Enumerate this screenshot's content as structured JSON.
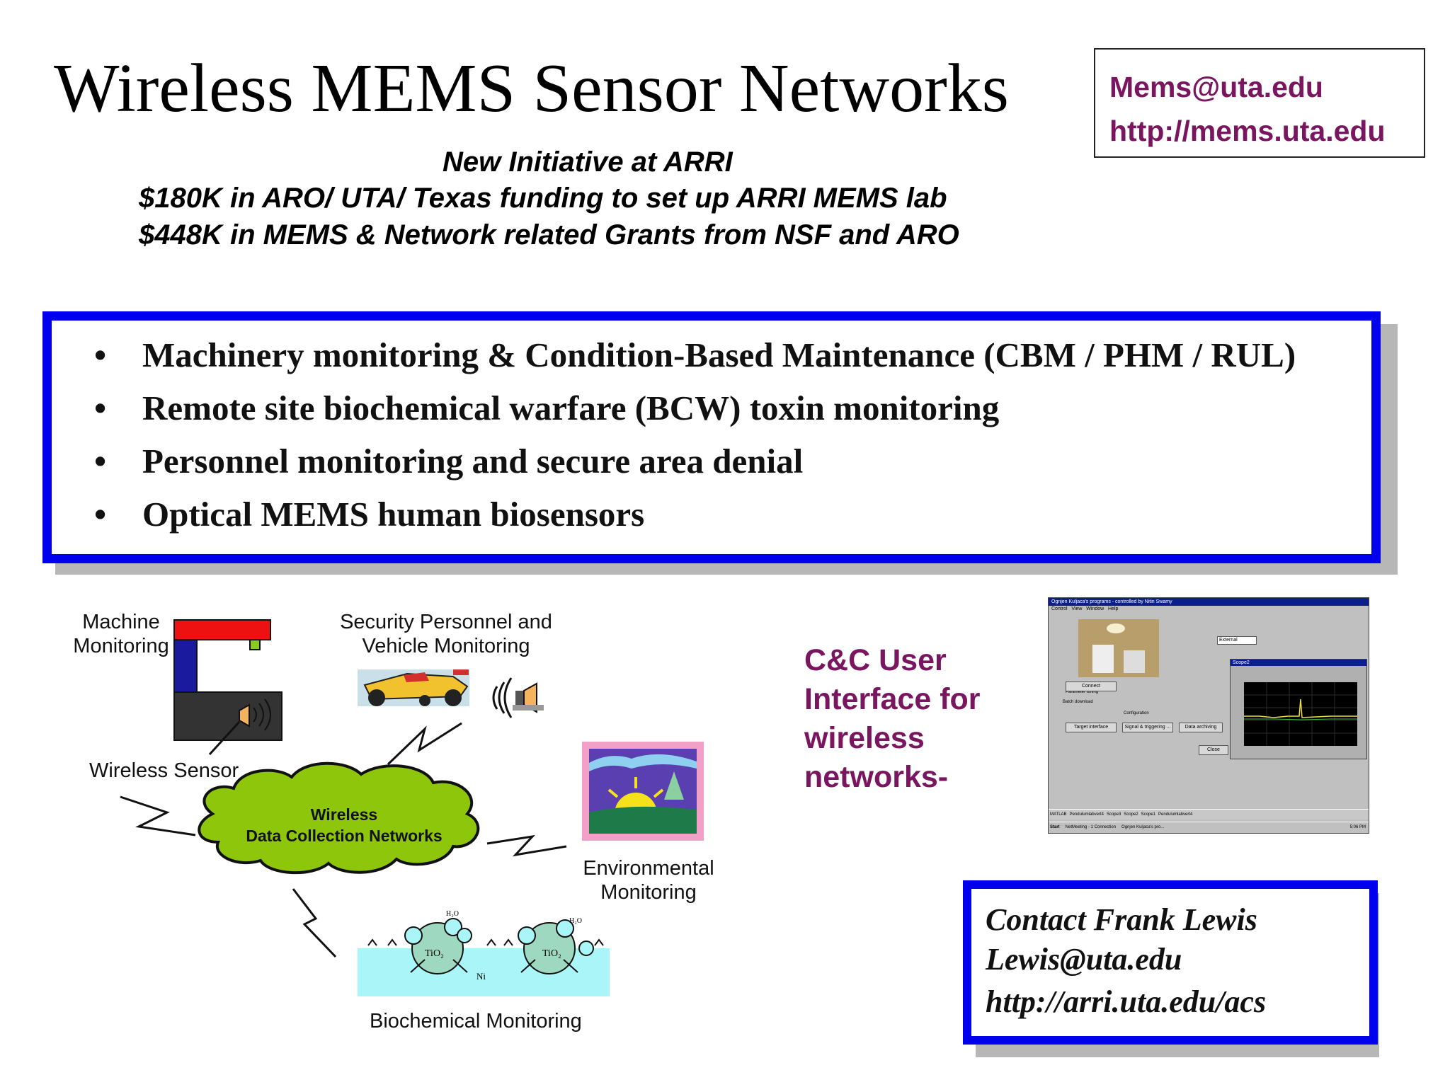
{
  "title": "Wireless MEMS Sensor Networks",
  "contact_top": {
    "email": "Mems@uta.edu",
    "url": "http://mems.uta.edu"
  },
  "subtitle": [
    "New Initiative at ARRI",
    "$180K in ARO/ UTA/ Texas funding to set up ARRI MEMS lab",
    "$448K in MEMS & Network related Grants from NSF and ARO"
  ],
  "bullets": [
    "Machinery monitoring & Condition-Based Maintenance (CBM / PHM / RUL)",
    "Remote site biochemical warfare (BCW) toxin monitoring",
    "Personnel monitoring and secure area denial",
    "Optical MEMS human biosensors"
  ],
  "bullet_symbol": "•",
  "diagram": {
    "machine_label": [
      "Machine",
      "Monitoring"
    ],
    "security_label": [
      "Security Personnel and",
      "Vehicle Monitoring"
    ],
    "sensor_label": "Wireless Sensor",
    "cloud_label": [
      "Wireless",
      "Data Collection Networks"
    ],
    "environment_label": [
      "Environmental",
      "Monitoring"
    ],
    "biochem_label": "Biochemical Monitoring",
    "biochem_marks": {
      "tio2": "TiO₂",
      "ni": "Ni",
      "h2o": "H₂O"
    }
  },
  "cc_text": [
    "C&C User",
    "Interface for",
    "wireless",
    "networks-"
  ],
  "screenshot": {
    "window_title": "Ognjen Kuljaca's programs - controlled by Nitin Swamy",
    "menu": "Control   View   Window   Help",
    "scope_title": "Scope2",
    "buttons": [
      "Connect",
      "Target interface",
      "Signal & triggering ...",
      "Data archiving",
      "Close"
    ],
    "checkbox": "Batch download",
    "sections": [
      "Parameter tuning",
      "Configuration"
    ],
    "field": "External",
    "taskbar": [
      "Start",
      "NetMeeting - 1 Connection",
      "Ognjen Kuljaca's pro..."
    ],
    "clock": "5:06 PM",
    "apps": [
      "MATLAB",
      "Pendulumlabvert4",
      "Scope3",
      "Scope2",
      "Scope1",
      "Pendulumlabvert4"
    ]
  },
  "contact_box": [
    "Contact Frank Lewis",
    "Lewis@uta.edu",
    "http://arri.uta.edu/acs"
  ],
  "colors": {
    "accent": "#7a1560",
    "frame_blue": "#0000ee",
    "cloud_green": "#8ec60c",
    "water": "#aaf5f8"
  }
}
